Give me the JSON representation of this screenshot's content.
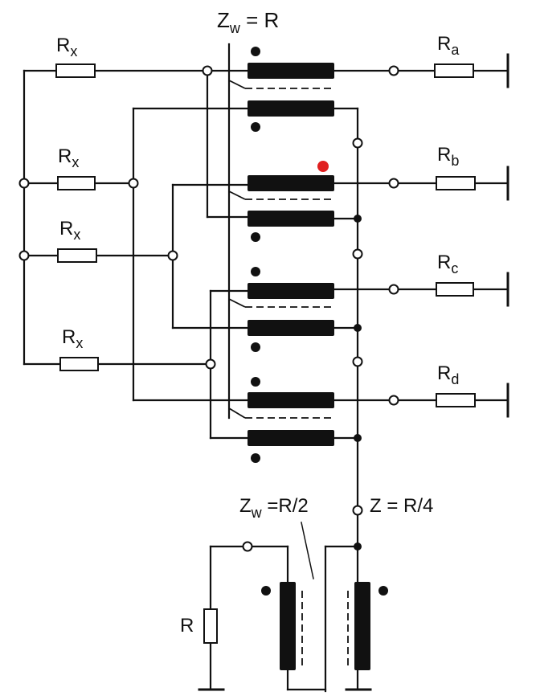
{
  "labels": {
    "top_impedance": {
      "sym": "Z",
      "sub": "w",
      "rest": " = R"
    },
    "rx": {
      "sym": "R",
      "sub": "x"
    },
    "ra": {
      "sym": "R",
      "sub": "a"
    },
    "rb": {
      "sym": "R",
      "sub": "b"
    },
    "rc": {
      "sym": "R",
      "sub": "c"
    },
    "rd": {
      "sym": "R",
      "sub": "d"
    },
    "bottom_impedance": {
      "sym": "Z",
      "sub": "w",
      "rest": " =R/2"
    },
    "output_impedance": "Z = R/4",
    "source_resistor": "R"
  },
  "colors": {
    "ink": "#111111",
    "marker": "#e02020"
  }
}
